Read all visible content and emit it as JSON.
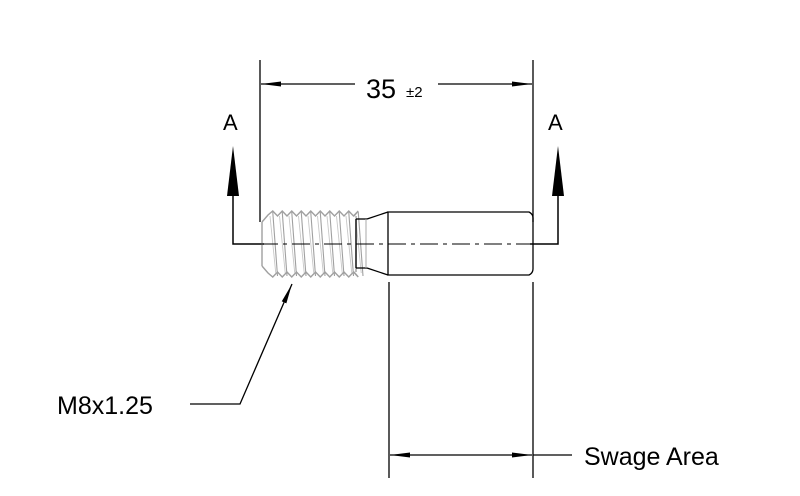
{
  "drawing": {
    "overall_dimension": {
      "value": "35",
      "tolerance": "±2"
    },
    "section_labels": [
      "A",
      "A"
    ],
    "thread_callout": "M8x1.25",
    "swage_label": "Swage Area",
    "colors": {
      "line": "#000000",
      "thread": "#a0a0a0"
    }
  }
}
